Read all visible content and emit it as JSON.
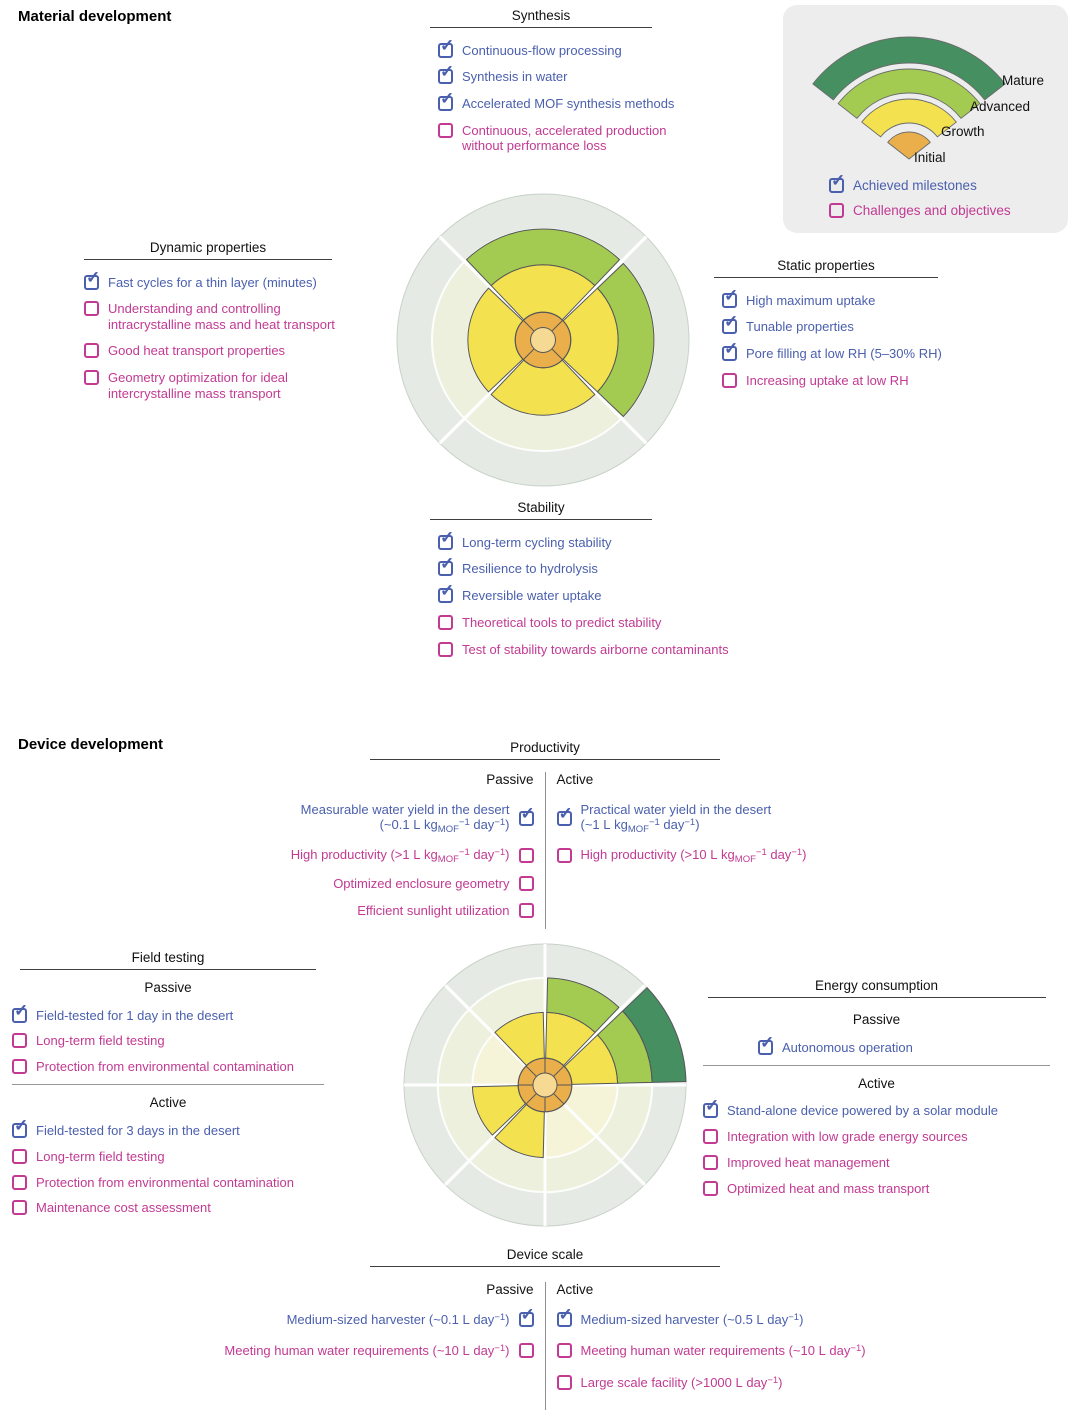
{
  "palette": {
    "achieved_blue": "#4a5fae",
    "challenge_magenta": "#c23a92",
    "mature_green": "#468f60",
    "advanced_green": "#a4cb51",
    "growth_yellow": "#f3e14f",
    "initial_orange": "#eaaf4b"
  },
  "legend": {
    "levels": [
      {
        "label": "Mature"
      },
      {
        "label": "Advanced"
      },
      {
        "label": "Growth"
      },
      {
        "label": "Initial"
      }
    ],
    "achieved_label": "Achieved milestones",
    "challenges_label": "Challenges and objectives"
  },
  "material": {
    "title": "Material development",
    "groups": {
      "synthesis": {
        "title": "Synthesis",
        "items": [
          {
            "text": "Continuous-flow processing",
            "checked": true
          },
          {
            "text": "Synthesis in water",
            "checked": true
          },
          {
            "text": "Accelerated MOF synthesis methods",
            "checked": true
          },
          {
            "text": "Continuous, accelerated production without performance loss",
            "checked": false
          }
        ]
      },
      "dynamic": {
        "title": "Dynamic properties",
        "items": [
          {
            "text": "Fast cycles for a thin layer (minutes)",
            "checked": true
          },
          {
            "text": "Understanding and controlling intracrystalline mass and heat transport",
            "checked": false
          },
          {
            "text": "Good heat transport properties",
            "checked": false
          },
          {
            "text": "Geometry optimization for ideal intercrystalline mass transport",
            "checked": false
          }
        ]
      },
      "static": {
        "title": "Static properties",
        "items": [
          {
            "text": "High maximum uptake",
            "checked": true
          },
          {
            "text": "Tunable properties",
            "checked": true
          },
          {
            "text": "Pore filling at low RH (5–30% RH)",
            "checked": true
          },
          {
            "text": "Increasing uptake at low RH",
            "checked": false
          }
        ]
      },
      "stability": {
        "title": "Stability",
        "items": [
          {
            "text": "Long-term cycling stability",
            "checked": true
          },
          {
            "text": "Resilience to hydrolysis",
            "checked": true
          },
          {
            "text": "Reversible water uptake",
            "checked": true
          },
          {
            "text": "Theoretical tools to predict stability",
            "checked": false
          },
          {
            "text": "Test of stability towards airborne contaminants",
            "checked": false
          }
        ]
      }
    }
  },
  "device": {
    "title": "Device development",
    "groups": {
      "productivity": {
        "title": "Productivity",
        "passive_label": "Passive",
        "active_label": "Active",
        "passive_items": [
          {
            "text": "Measurable water yield in the desert (~0.1 L kg_{MOF}^{−1} day^{−1})",
            "checked": true
          },
          {
            "text": "High productivity (>1 L kg_{MOF}^{−1} day^{−1})",
            "checked": false
          },
          {
            "text": "Optimized enclosure geometry",
            "checked": false
          },
          {
            "text": "Efficient sunlight utilization",
            "checked": false
          }
        ],
        "active_items": [
          {
            "text": "Practical water yield in the desert (~1 L kg_{MOF}^{−1} day^{−1})",
            "checked": true
          },
          {
            "text": "High productivity (>10 L kg_{MOF}^{−1} day^{−1})",
            "checked": false
          }
        ]
      },
      "field": {
        "title": "Field testing",
        "passive_label": "Passive",
        "active_label": "Active",
        "passive_items": [
          {
            "text": "Field-tested for 1 day in the desert",
            "checked": true
          },
          {
            "text": "Long-term field testing",
            "checked": false
          },
          {
            "text": "Protection from environmental contamination",
            "checked": false
          }
        ],
        "active_items": [
          {
            "text": "Field-tested for 3 days in the desert",
            "checked": true
          },
          {
            "text": "Long-term field testing",
            "checked": false
          },
          {
            "text": "Protection from environmental contamination",
            "checked": false
          },
          {
            "text": "Maintenance cost assessment",
            "checked": false
          }
        ]
      },
      "energy": {
        "title": "Energy consumption",
        "passive_label": "Passive",
        "active_label": "Active",
        "passive_items": [
          {
            "text": "Autonomous operation",
            "checked": true
          }
        ],
        "active_items": [
          {
            "text": "Stand-alone device powered by a solar module",
            "checked": true
          },
          {
            "text": "Integration with low grade energy sources",
            "checked": false
          },
          {
            "text": "Improved heat management",
            "checked": false
          },
          {
            "text": "Optimized heat and mass transport",
            "checked": false
          }
        ]
      },
      "scale": {
        "title": "Device scale",
        "passive_label": "Passive",
        "active_label": "Active",
        "passive_items": [
          {
            "text": "Medium-sized harvester (~0.1 L day^{−1})",
            "checked": true
          },
          {
            "text": "Meeting human water requirements (~10 L day^{−1})",
            "checked": false
          }
        ],
        "active_items": [
          {
            "text": "Medium-sized harvester (~0.5 L day^{−1})",
            "checked": true
          },
          {
            "text": "Meeting human water requirements (~10 L day^{−1})",
            "checked": false
          },
          {
            "text": "Large scale facility (>1000 L day^{−1})",
            "checked": false
          }
        ]
      }
    }
  },
  "chart_data": [
    {
      "type": "radial-maturity",
      "levels": [
        "Initial",
        "Growth",
        "Advanced",
        "Mature"
      ],
      "axis_divider": false,
      "sectors": [
        {
          "name": "Synthesis",
          "start_deg": -45,
          "end_deg": 45,
          "level": "Advanced"
        },
        {
          "name": "Static properties",
          "start_deg": 45,
          "end_deg": 135,
          "level": "Advanced"
        },
        {
          "name": "Stability",
          "start_deg": 135,
          "end_deg": 225,
          "level": "Growth"
        },
        {
          "name": "Dynamic properties",
          "start_deg": 225,
          "end_deg": 315,
          "level": "Growth"
        }
      ]
    },
    {
      "type": "radial-maturity",
      "levels": [
        "Initial",
        "Growth",
        "Advanced",
        "Mature"
      ],
      "axis_divider": true,
      "sectors": [
        {
          "name": "Productivity active",
          "start_deg": 0,
          "end_deg": 45,
          "level": "Advanced"
        },
        {
          "name": "Energy consumption passive",
          "start_deg": 45,
          "end_deg": 90,
          "level": "Mature"
        },
        {
          "name": "Energy consumption active",
          "start_deg": 90,
          "end_deg": 135,
          "level": "Initial"
        },
        {
          "name": "Device scale active",
          "start_deg": 135,
          "end_deg": 180,
          "level": "Initial"
        },
        {
          "name": "Device scale passive",
          "start_deg": 180,
          "end_deg": 225,
          "level": "Growth"
        },
        {
          "name": "Field testing active",
          "start_deg": 225,
          "end_deg": 270,
          "level": "Growth"
        },
        {
          "name": "Field testing passive",
          "start_deg": 270,
          "end_deg": 315,
          "level": "Initial"
        },
        {
          "name": "Productivity passive",
          "start_deg": 315,
          "end_deg": 360,
          "level": "Growth"
        }
      ]
    }
  ]
}
